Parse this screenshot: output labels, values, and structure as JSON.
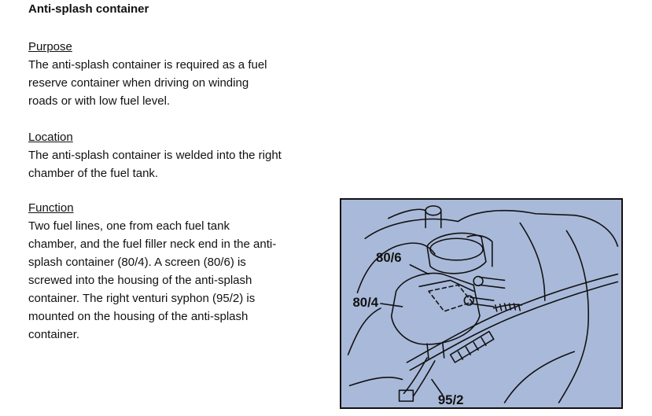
{
  "title": "Anti-splash container",
  "sections": {
    "purpose": {
      "heading": "Purpose",
      "lines": [
        "The anti-splash container is required as a fuel",
        "reserve container when driving on winding",
        "roads or with low fuel level."
      ]
    },
    "location": {
      "heading": "Location",
      "lines": [
        "The anti-splash container is welded into the right",
        "chamber of the fuel tank."
      ]
    },
    "function": {
      "heading": "Function",
      "lines": [
        "Two fuel lines, one from each fuel tank",
        "chamber, and the fuel filler neck end in the anti-",
        "splash container (80/4).  A screen (80/6) is",
        "screwed into the housing of the anti-splash",
        "container.  The right venturi syphon (95/2) is",
        "mounted on the housing of the anti-splash",
        "container."
      ]
    }
  },
  "figure": {
    "callouts": {
      "screen": "80/6",
      "container": "80/4",
      "syphon": "95/2"
    },
    "background_color": "#a9b9d9"
  }
}
